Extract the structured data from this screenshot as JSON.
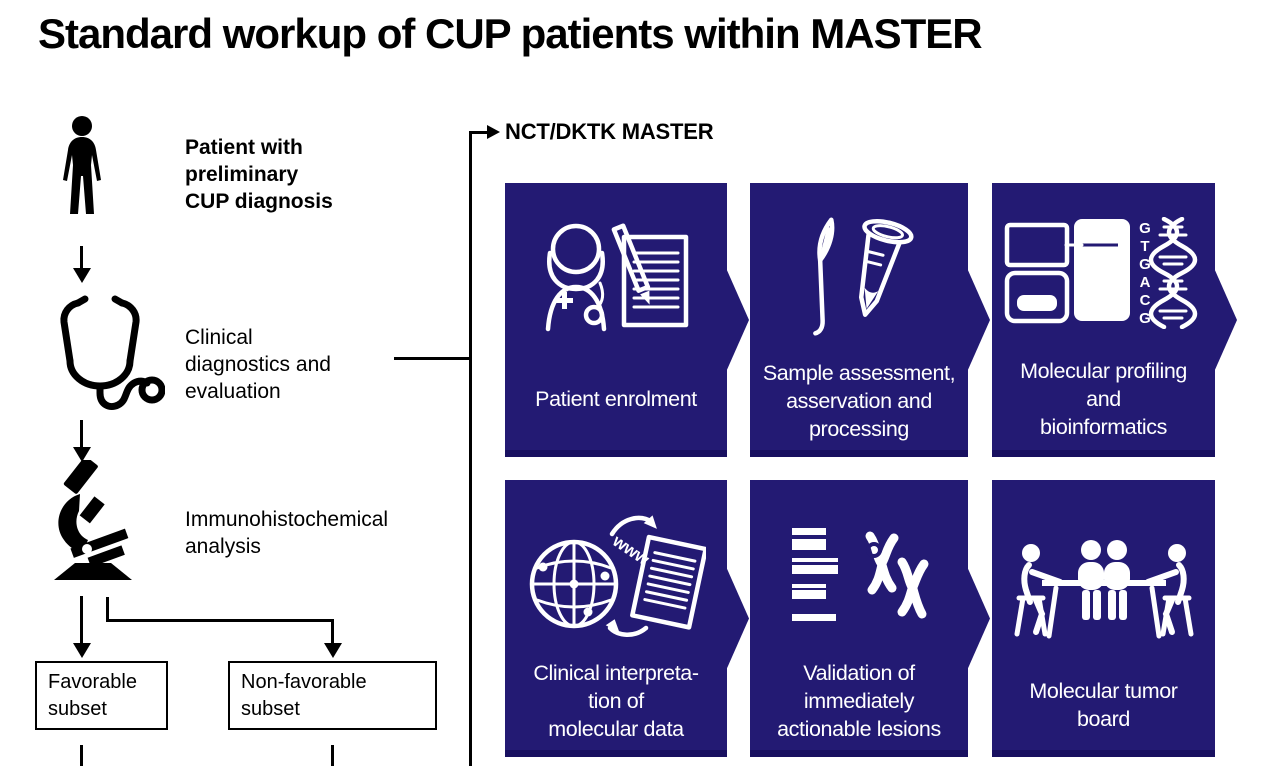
{
  "title": "Standard workup of CUP patients within MASTER",
  "left_flow": {
    "patient_label": "Patient with\npreliminary\nCUP diagnosis",
    "clinical_label": "Clinical\ndiagnostics and\nevaluation",
    "ihc_label": "Immunohistochemical\nanalysis",
    "favorable_label": "Favorable\nsubset",
    "non_favorable_label": "Non-favorable\nsubset",
    "icon_names": [
      "person-silhouette",
      "stethoscope",
      "microscope"
    ]
  },
  "master": {
    "heading": "NCT/DKTK MASTER",
    "box_color": "#231a73",
    "box_edge_color": "#181060",
    "text_color": "#ffffff",
    "boxes": [
      {
        "label": "Patient enrolment",
        "icon": "doctor-clipboard"
      },
      {
        "label": "Sample assessment,\nasservation and\nprocessing",
        "icon": "scalpel-sample-tube"
      },
      {
        "label": "Molecular profiling\nand\nbioinformatics",
        "icon": "sequencer-dna",
        "dna_letters": [
          "G",
          "T",
          "G",
          "A",
          "C",
          "G"
        ]
      },
      {
        "label": "Clinical interpreta-\ntion of\nmolecular data",
        "icon": "globe-document",
        "globe_text": "www"
      },
      {
        "label": "Validation of\nimmediately\nactionable lesions",
        "icon": "gel-chromosomes"
      },
      {
        "label": "Molecular tumor\nboard",
        "icon": "meeting-table"
      }
    ]
  }
}
